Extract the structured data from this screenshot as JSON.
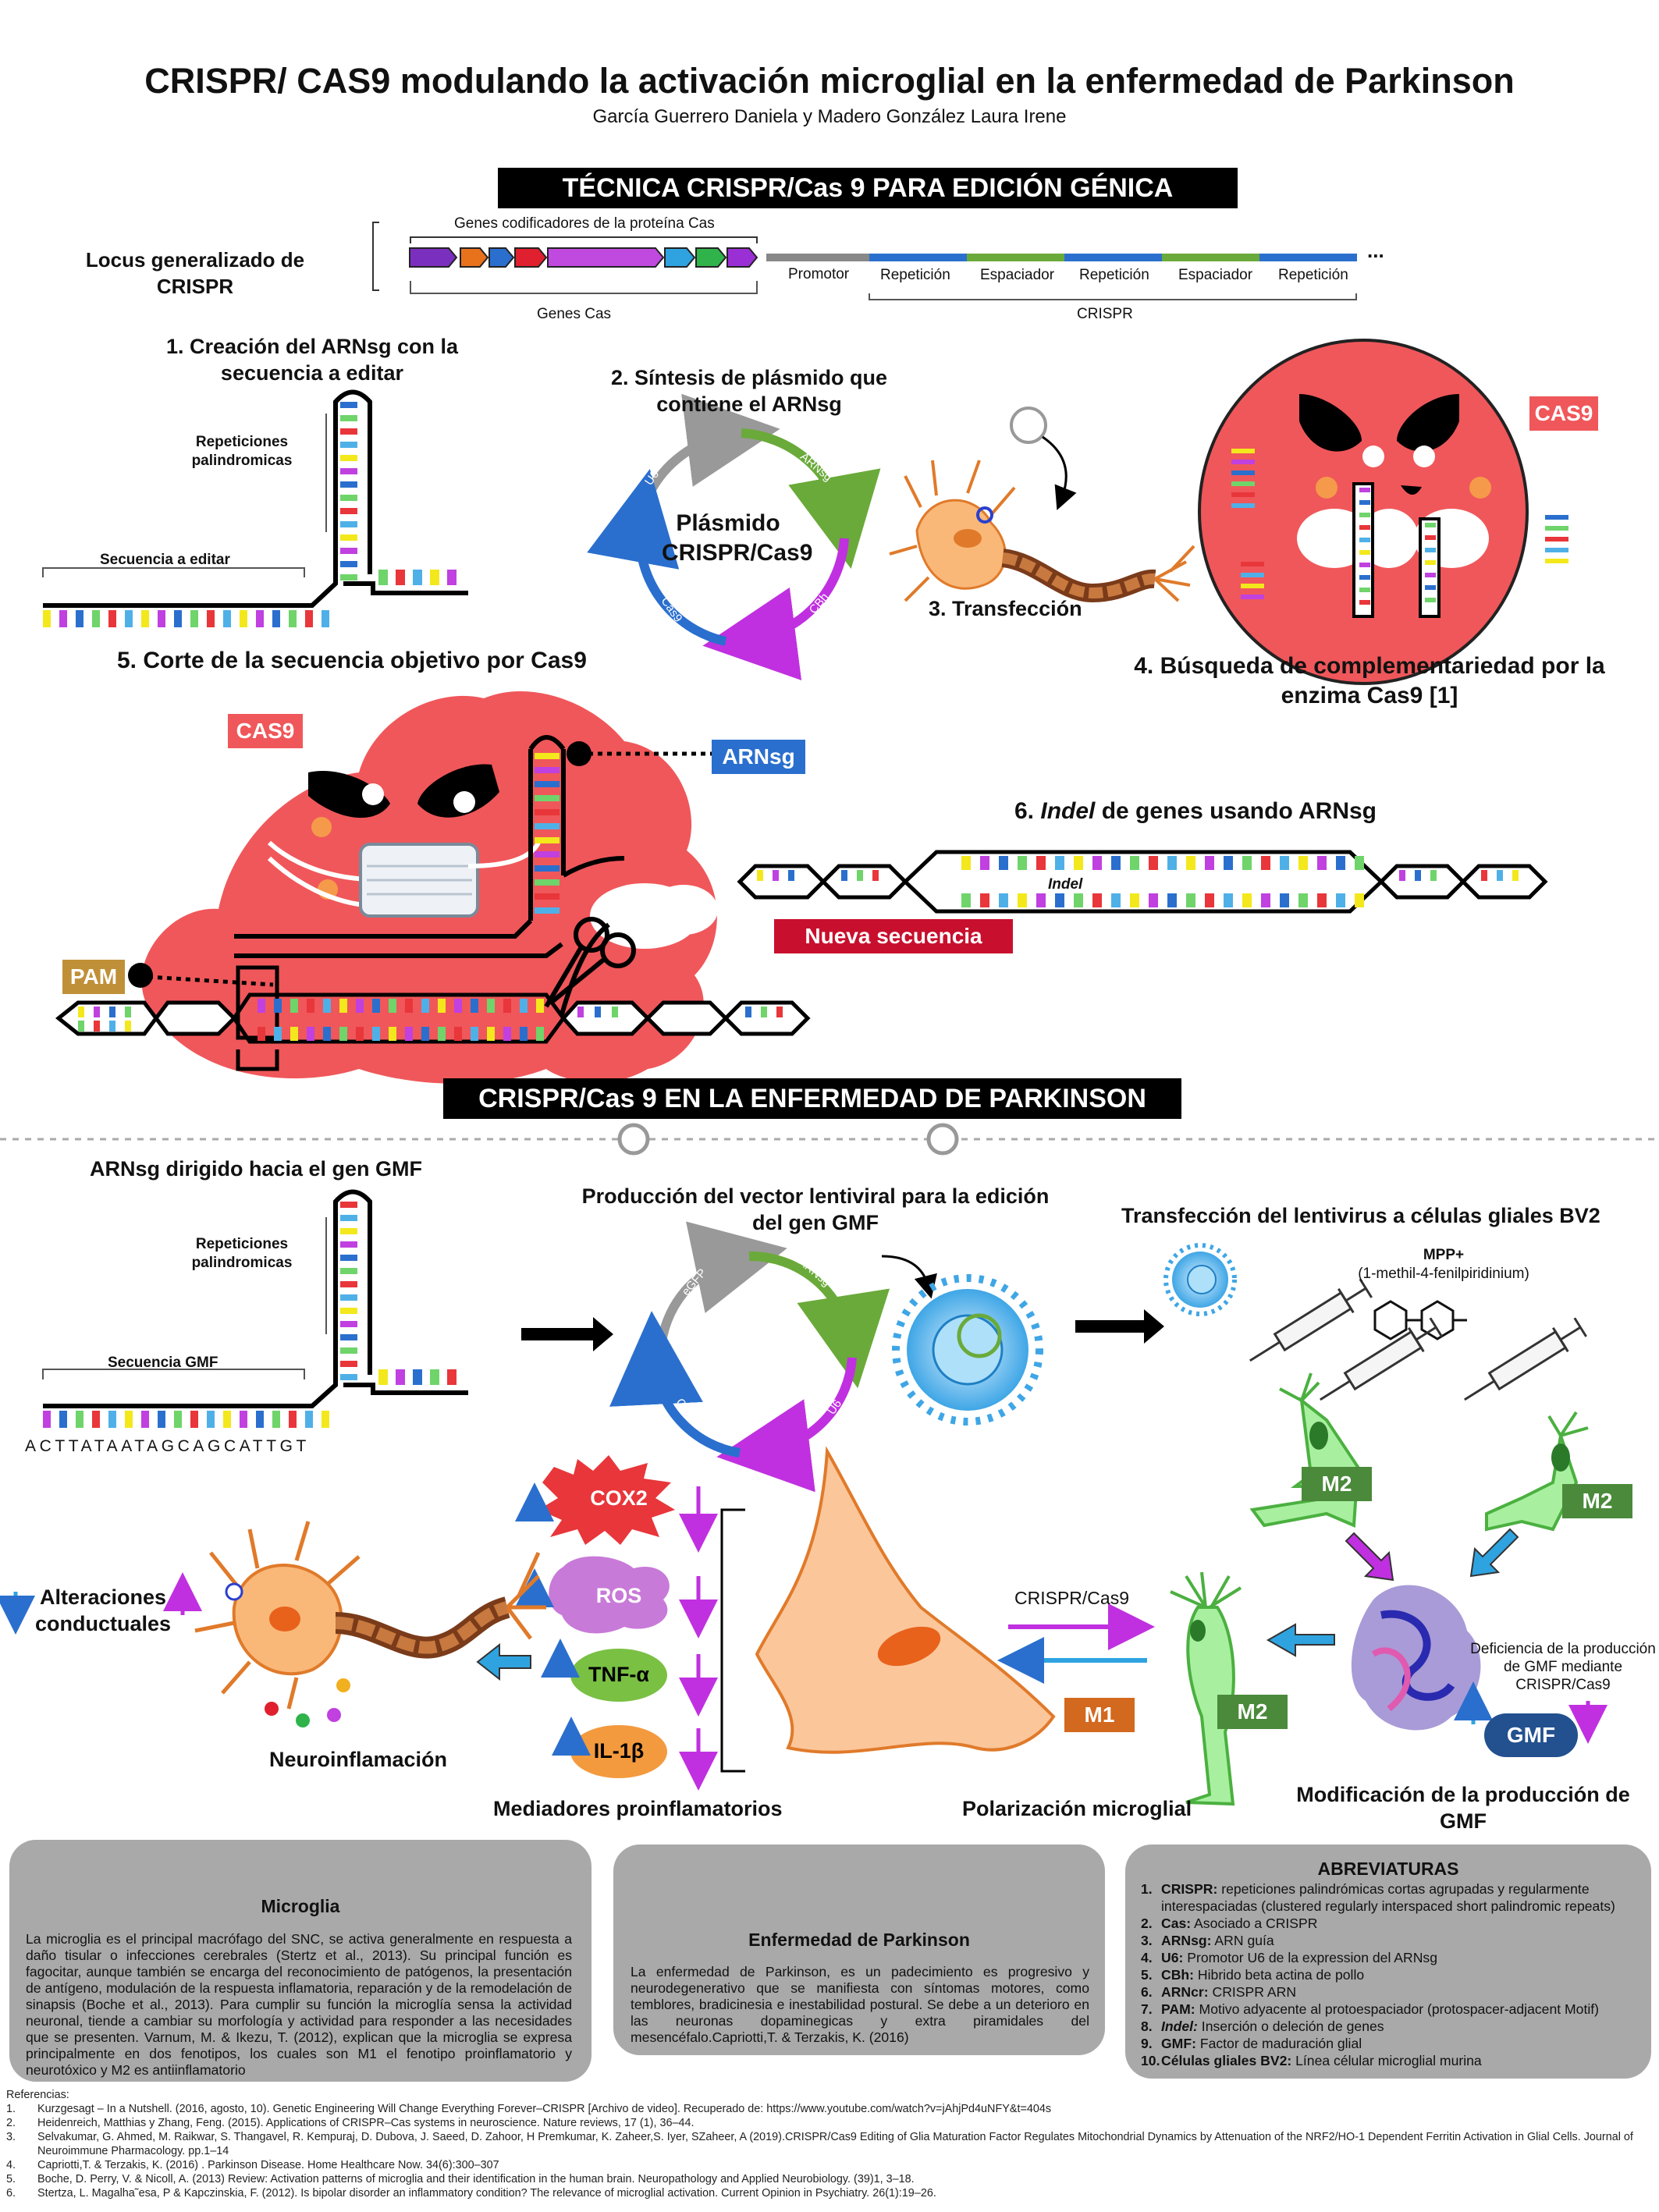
{
  "header": {
    "title": "CRISPR/ CAS9 modulando la activación microglial en la enfermedad de Parkinson",
    "authors": "García Guerrero Daniela y Madero González Laura Irene"
  },
  "section1": {
    "banner": "TÉCNICA CRISPR/Cas 9 PARA EDICIÓN GÉNICA",
    "locus_label": "Locus generalizado de CRISPR",
    "genes_top": "Genes codificadores de la proteína Cas",
    "promotor": "Promotor",
    "repeat": "Repetición",
    "spacer": "Espaciador",
    "genes_cas": "Genes Cas",
    "crispr": "CRISPR",
    "ellipsis": "...",
    "colors": {
      "gene1": "#7b2fbf",
      "gene2": "#e8711c",
      "gene3": "#2a6fce",
      "gene4": "#e0202e",
      "gene5": "#c04ae0",
      "gene6": "#2fa3e0",
      "gene7": "#2fb34a",
      "gene8": "#9b2fd6",
      "promoter": "#888888",
      "repeat": "#2a6fce",
      "spacer": "#6aaa3a"
    }
  },
  "step1": {
    "title": "1. Creación del ARNsg con la secuencia a editar",
    "palindromic": "Repeticiones palindromicas",
    "seq": "Secuencia a editar"
  },
  "step2": {
    "title": "2. Síntesis de plásmido que contiene el ARNsg",
    "center": "Plásmido CRISPR/Cas9",
    "u6": "U6",
    "arnsg": "ARNsg",
    "cbh": "CBh",
    "cas9": "Cas9"
  },
  "step3": {
    "title": "3. Transfección"
  },
  "step4": {
    "title": "4. Búsqueda de complementariedad por la enzima Cas9 [1]",
    "tag": "CAS9"
  },
  "step5": {
    "title": "5. Corte de la secuencia objetivo por Cas9",
    "cas9_tag": "CAS9",
    "arnsg_tag": "ARNsg",
    "pam_tag": "PAM"
  },
  "step6": {
    "title_prefix": "6. ",
    "title_italic": "Indel",
    "title_suffix": " de genes usando ARNsg",
    "indel": "Indel",
    "new_seq": "Nueva secuencia"
  },
  "section2": {
    "banner": "CRISPR/Cas 9 EN LA ENFERMEDAD DE PARKINSON",
    "gmf_title": "ARNsg dirigido hacia el gen GMF",
    "palindromic": "Repeticiones palindromicas",
    "seq": "Secuencia GMF",
    "dna": "ACTTATAATAGCAGCATTGT",
    "lenti_title": "Producción del vector lentiviral para la edición del gen GMF",
    "egfp": "eGFP",
    "arnsg": "ARNsg",
    "u6": "U6",
    "cas9": "Cas9",
    "transf_title": "Transfección del lentivirus a células gliales BV2",
    "mpp": "MPP+",
    "mpp_full": "(1-methil-4-fenilpiridinium)",
    "m2": "M2",
    "m1": "M1",
    "crispr_cas9": "CRISPR/Cas9",
    "gmf_def": "Deficiencia de la producción de GMF mediante CRISPR/Cas9",
    "gmf": "GMF",
    "gmf_mod": "Modificación de la producción de GMF",
    "polarization": "Polarización microglial",
    "mediators_title": "Mediadores proinflamatorios",
    "cox2": "COX2",
    "ros": "ROS",
    "tnf": "TNF-α",
    "il1b": "IL-1β",
    "neuroinflam": "Neuroinflamación",
    "behaviour": "Alteraciones conductuales"
  },
  "microglia_box": {
    "title": "Microglia",
    "text": "La microglia es el principal macrófago del SNC, se activa generalmente en respuesta a daño tisular o infecciones cerebrales (Stertz et al., 2013). Su principal función es fagocitar, aunque también se encarga del reconocimiento de patógenos, la presentación de antígeno, modulación de la respuesta inflamatoria, reparación y de la remodelación de sinapsis (Boche et al., 2013). Para cumplir su función la microglía sensa la actividad neuronal, tiende a cambiar su morfología y actividad para responder a las necesidades que se presenten. Varnum, M. & Ikezu, T. (2012), explican que la microglia se expresa principalmente en dos fenotipos, los cuales son M1 el fenotipo proinflamatorio y neurotóxico  y M2 es antiinflamatorio"
  },
  "parkinson_box": {
    "title": "Enfermedad de Parkinson",
    "text": "La enfermedad de Parkinson, es un padecimiento es progresivo y neurodegenerativo que se manifiesta con síntomas motores, como temblores, bradicinesia e inestabilidad postural. Se debe a un deterioro en las neuronas dopaminegicas y extra piramidales del mesencéfalo.Capriotti,T. &  Terzakis, K. (2016)"
  },
  "abbreviations": {
    "title": "ABREVIATURAS",
    "items": [
      {
        "n": "1.",
        "term": "CRISPR:",
        "def": " repeticiones palindrómicas cortas agrupadas y regularmente interespaciadas (clustered regularly interspaced short palindromic repeats)"
      },
      {
        "n": "2.",
        "term": "Cas:",
        "def": " Asociado a CRISPR"
      },
      {
        "n": "3.",
        "term": "ARNsg:",
        "def": " ARN guía"
      },
      {
        "n": "4.",
        "term": "U6:",
        "def": " Promotor U6 de la expression del ARNsg"
      },
      {
        "n": "5.",
        "term": "CBh:",
        "def": " Hibrido beta actina de pollo"
      },
      {
        "n": "6.",
        "term": "ARNcr:",
        "def": " CRISPR ARN"
      },
      {
        "n": "7.",
        "term": "PAM:",
        "def": " Motivo adyacente al protoespaciador (protospacer-adjacent Motif)"
      },
      {
        "n": "8.",
        "term": "Indel:",
        "def": " Inserción o deleción de genes"
      },
      {
        "n": "9.",
        "term": "GMF:",
        "def": " Factor de maduración glial"
      },
      {
        "n": "10.",
        "term": "Células gliales BV2:",
        "def": " Línea célular microglial murina"
      }
    ]
  },
  "references": {
    "label": "Referencias:",
    "items": [
      {
        "n": "1.",
        "text": "Kurzgesagt – In a Nutshell. (2016, agosto, 10). Genetic Engineering Will Change Everything Forever–CRISPR [Archivo de video]. Recuperado de: https://www.youtube.com/watch?v=jAhjPd4uNFY&t=404s"
      },
      {
        "n": "2.",
        "text": "Heidenreich, Matthias y Zhang, Feng. (2015). Applications of CRISPR–Cas systems in neuroscience. Nature reviews, 17 (1), 36–44."
      },
      {
        "n": "3.",
        "text": "Selvakumar, G. Ahmed, M. Raikwar, S.  Thangavel, R.  Kempuraj, D.  Dubova, J.  Saeed, D. Zahoor, H Premkumar, K. Zaheer,S.  Iyer, SZaheer, A (2019).CRISPR/Cas9 Editing of Glia Maturation Factor Regulates Mitochondrial Dynamics by Attenuation of the NRF2/HO-1 Dependent Ferritin Activation in Glial Cells. Journal of Neuroimmune Pharmacology. pp.1–14"
      },
      {
        "n": "4.",
        "text": "Capriotti,T. &  Terzakis, K. (2016) . Parkinson Disease. Home Healthcare Now. 34(6):300–307"
      },
      {
        "n": "5.",
        "text": "Boche, D. Perry, V. &  Nicoll, A. (2013) Review: Activation patterns of microglia and their identification in the human brain. Neuropathology and Applied Neurobiology. (39)1, 3–18."
      },
      {
        "n": "6.",
        "text": "Stertza, L. Magalha˜esa, P &  Kapczinskia, F. (2012). Is bipolar disorder an inflammatory condition? The relevance of microglial activation. Current Opinion in Psychiatry.  26(1):19–26."
      }
    ]
  }
}
